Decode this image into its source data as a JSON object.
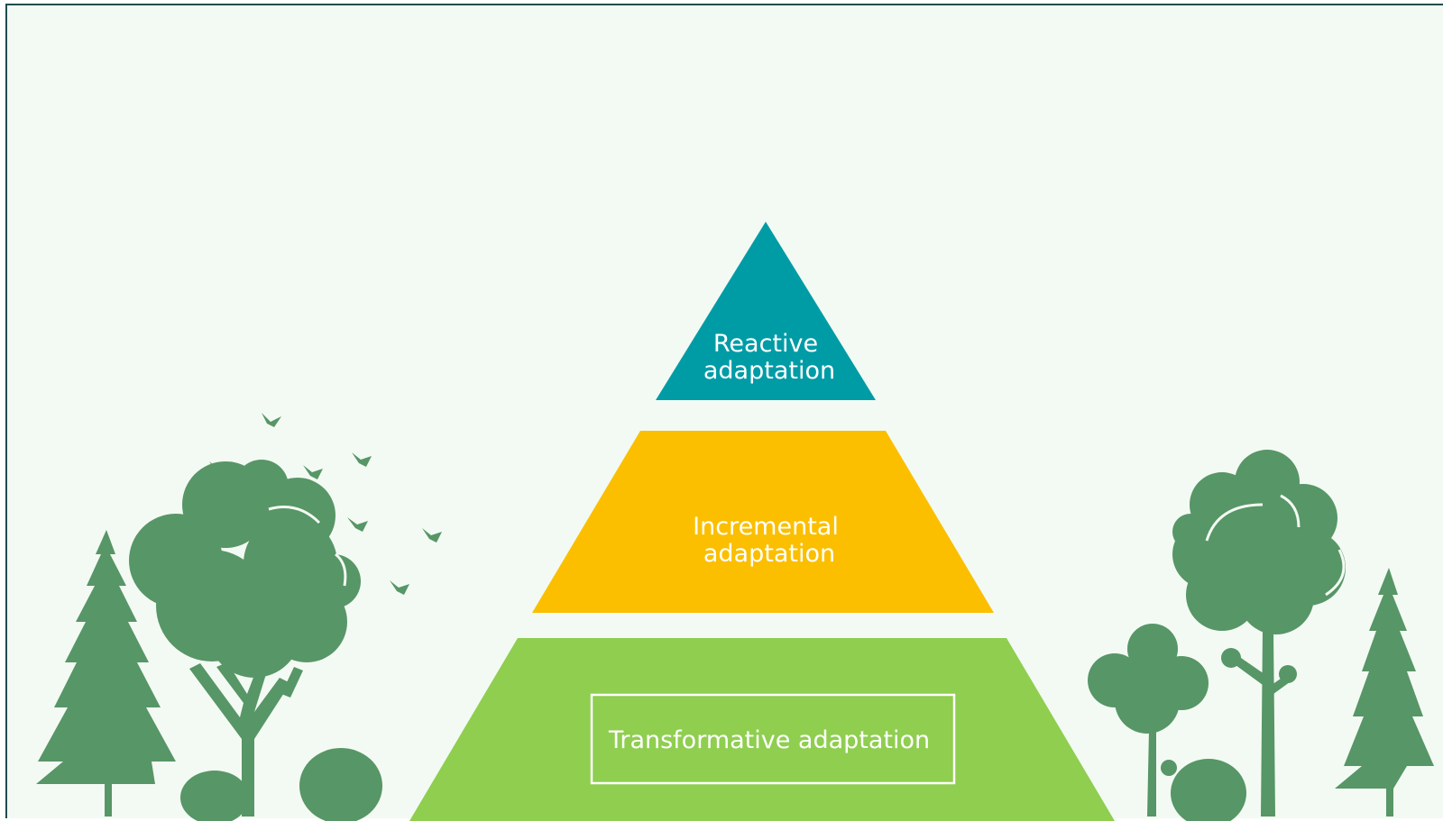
{
  "diagram": {
    "levels": [
      {
        "label_line1": "Reactive",
        "label_line2": "adaptation",
        "color": "#009ca6"
      },
      {
        "label_line1": "Incremental",
        "label_line2": "adaptation",
        "color": "#fbbf00"
      },
      {
        "label": "Transformative adaptation",
        "color": "#8fce4f"
      }
    ],
    "illustration_color": "#579666",
    "background_color": "#f3faf3"
  }
}
